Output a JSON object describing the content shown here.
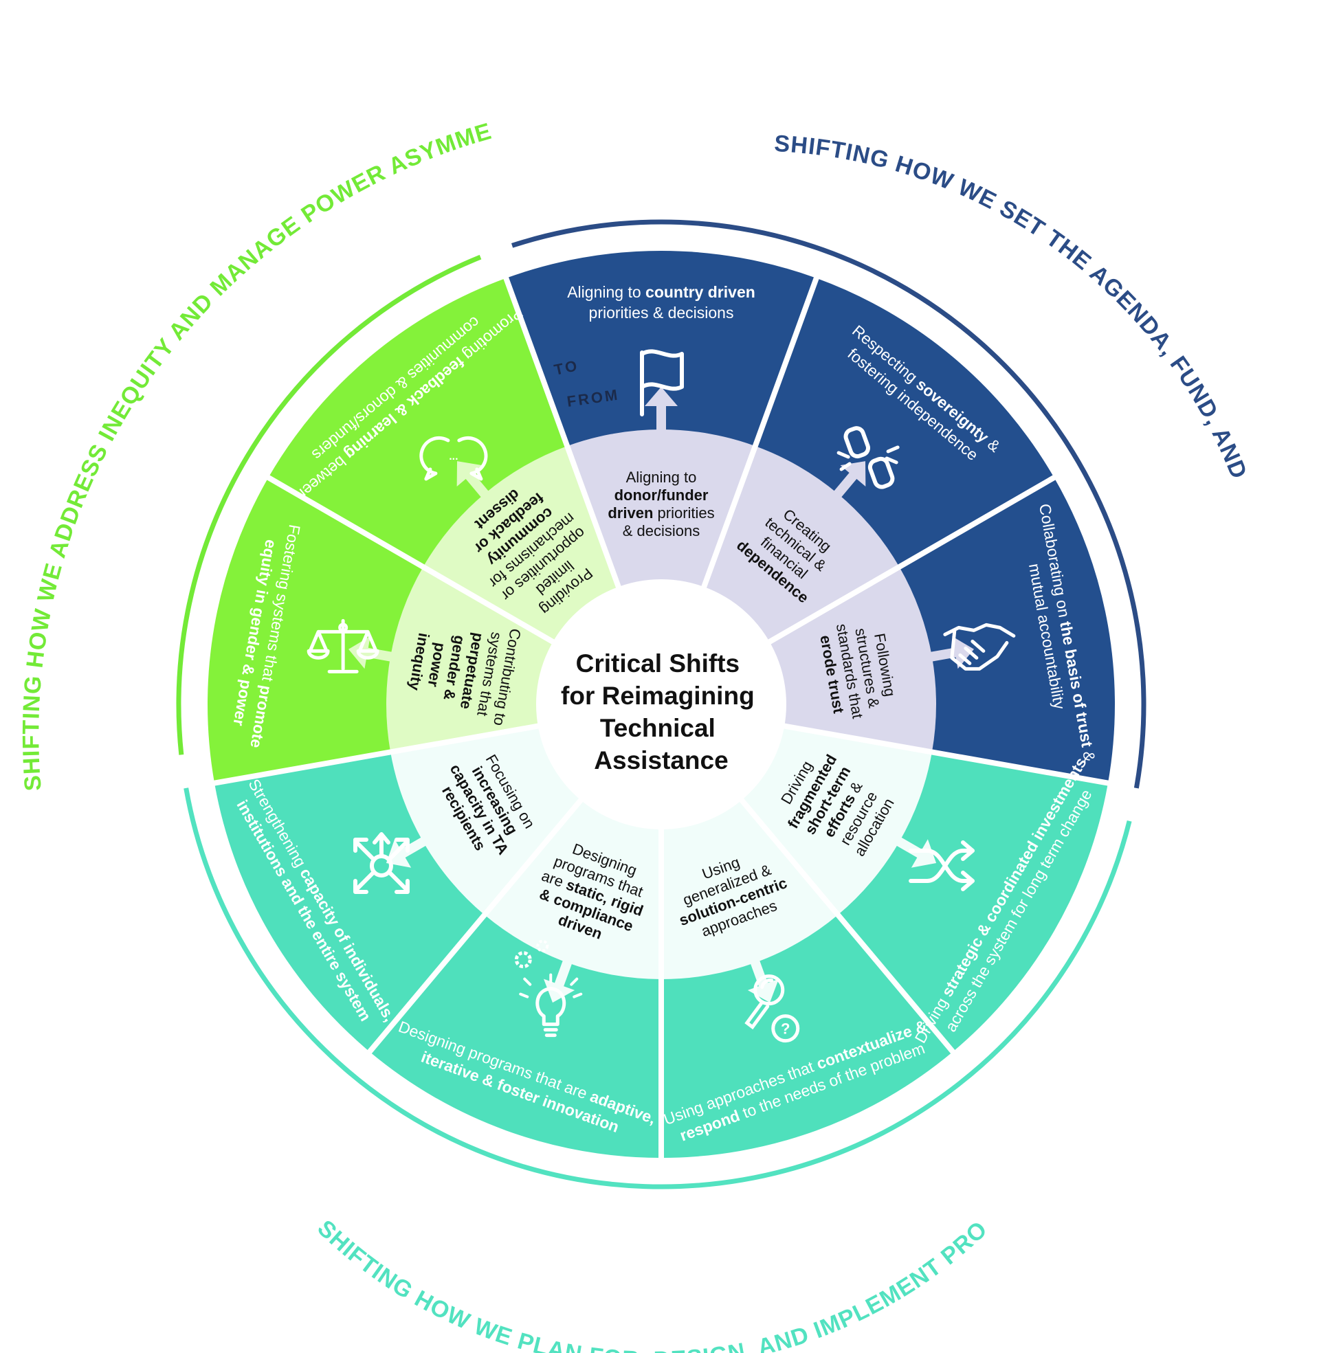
{
  "colors": {
    "navy": "#234F8E",
    "green": "#84F23A",
    "teal": "#4FE0BC",
    "inner_navy": "#DAD9EC",
    "inner_green": "#DFFBC4",
    "inner_teal": "#F1FDFA",
    "navy_label": "#2B4C86",
    "green_label": "#73EA37",
    "teal_label": "#52E2C0"
  },
  "center": {
    "lines": [
      "Critical Shifts",
      "for Reimagining",
      "Technical",
      "Assistance"
    ]
  },
  "groups": {
    "navy": "SHIFTING HOW WE SET THE AGENDA, FUND, AND PARTNER",
    "green": "SHIFTING HOW WE ADDRESS INEQUITY AND MANAGE POWER ASYMMETRIES",
    "teal": "SHIFTING HOW WE PLAN FOR, DESIGN, AND IMPLEMENT PROGRAMS"
  },
  "to_label": "TO",
  "from_label": "FROM",
  "segments": [
    {
      "id": "country-driven",
      "group": "navy",
      "icon": "flag-icon",
      "to": [
        [
          "Aligning to ",
          "country driven"
        ],
        [
          "priorities & decisions"
        ]
      ],
      "from": [
        [
          "Aligning to"
        ],
        [
          "donor/funder"
        ],
        [
          "driven",
          " priorities"
        ],
        [
          "& decisions"
        ]
      ],
      "to_bold": [
        [
          false,
          true
        ],
        [
          false
        ]
      ],
      "from_bold": [
        [
          false
        ],
        [
          true
        ],
        [
          true,
          false
        ],
        [
          false
        ]
      ]
    },
    {
      "id": "sovereignty",
      "group": "navy",
      "icon": "broken-chain-icon",
      "to": [
        [
          "Respecting ",
          "sovereignty",
          " &"
        ],
        [
          "fostering independence"
        ]
      ],
      "from": [
        [
          "Creating"
        ],
        [
          "technical &"
        ],
        [
          "financial"
        ],
        [
          "dependence"
        ]
      ],
      "to_bold": [
        [
          false,
          true,
          false
        ],
        [
          false
        ]
      ],
      "from_bold": [
        [
          false
        ],
        [
          false
        ],
        [
          false
        ],
        [
          true
        ]
      ]
    },
    {
      "id": "trust",
      "group": "navy",
      "icon": "handshake-icon",
      "to": [
        [
          "Collaborating on ",
          "the basis of trust",
          " &"
        ],
        [
          "mutual accountability"
        ]
      ],
      "from": [
        [
          "Following"
        ],
        [
          "structures &"
        ],
        [
          "standards that"
        ],
        [
          "erode trust"
        ]
      ],
      "to_bold": [
        [
          false,
          true,
          false
        ],
        [
          false
        ]
      ],
      "from_bold": [
        [
          false
        ],
        [
          false
        ],
        [
          false
        ],
        [
          true
        ]
      ]
    },
    {
      "id": "strategic-investments",
      "group": "teal",
      "icon": "shuffle-arrows-icon",
      "to": [
        [
          "Driving ",
          "strategic & coordinated investments"
        ],
        [
          "across the system for long term change"
        ]
      ],
      "from": [
        [
          "Driving"
        ],
        [
          "fragmented"
        ],
        [
          "short-term"
        ],
        [
          "efforts",
          " &"
        ],
        [
          "resource"
        ],
        [
          "allocation"
        ]
      ],
      "to_bold": [
        [
          false,
          true
        ],
        [
          false
        ]
      ],
      "from_bold": [
        [
          false
        ],
        [
          true
        ],
        [
          true
        ],
        [
          true,
          false
        ],
        [
          false
        ],
        [
          false
        ]
      ]
    },
    {
      "id": "contextualize",
      "group": "teal",
      "icon": "magnifier-question-icon",
      "to": [
        [
          "Using approaches that ",
          "contextualize &"
        ],
        [
          "respond",
          " to the needs of the problem"
        ]
      ],
      "from": [
        [
          "Using"
        ],
        [
          "generalized &"
        ],
        [
          "solution-centric"
        ],
        [
          "approaches"
        ]
      ],
      "to_bold": [
        [
          false,
          true
        ],
        [
          true,
          false
        ]
      ],
      "from_bold": [
        [
          false
        ],
        [
          false
        ],
        [
          true
        ],
        [
          false
        ]
      ]
    },
    {
      "id": "adaptive",
      "group": "teal",
      "icon": "lightbulb-gears-icon",
      "to": [
        [
          "Designing programs that are ",
          "adaptive,"
        ],
        [
          "iterative & foster innovation"
        ]
      ],
      "from": [
        [
          "Designing"
        ],
        [
          "programs that"
        ],
        [
          "are ",
          "static, rigid"
        ],
        [
          "& compliance"
        ],
        [
          "driven"
        ]
      ],
      "to_bold": [
        [
          false,
          true
        ],
        [
          true
        ]
      ],
      "from_bold": [
        [
          false
        ],
        [
          false
        ],
        [
          false,
          true
        ],
        [
          true
        ],
        [
          true
        ]
      ]
    },
    {
      "id": "system-capacity",
      "group": "teal",
      "icon": "hub-arrows-icon",
      "to": [
        [
          "Strengthening ",
          "capacity of individuals,"
        ],
        [
          "institutions and the entire system"
        ]
      ],
      "from": [
        [
          "Focusing on"
        ],
        [
          "increasing"
        ],
        [
          "capacity in TA"
        ],
        [
          "recipients"
        ]
      ],
      "to_bold": [
        [
          false,
          true
        ],
        [
          true
        ]
      ],
      "from_bold": [
        [
          false
        ],
        [
          true
        ],
        [
          true
        ],
        [
          true
        ]
      ]
    },
    {
      "id": "gender-equity",
      "group": "green",
      "icon": "scales-icon",
      "to": [
        [
          "Fostering systems that ",
          "promote"
        ],
        [
          "equity in gender & power"
        ]
      ],
      "from": [
        [
          "Contributing to"
        ],
        [
          "systems that"
        ],
        [
          "perpetuate"
        ],
        [
          "gender &"
        ],
        [
          "power"
        ],
        [
          "inequity"
        ]
      ],
      "to_bold": [
        [
          false,
          true
        ],
        [
          true
        ]
      ],
      "from_bold": [
        [
          false
        ],
        [
          false
        ],
        [
          true
        ],
        [
          true
        ],
        [
          true
        ],
        [
          true
        ]
      ]
    },
    {
      "id": "feedback",
      "group": "green",
      "icon": "chat-bubbles-icon",
      "to": [
        [
          "Promoting ",
          "feedback & learning",
          " between"
        ],
        [
          "communities & donors/funders"
        ]
      ],
      "from": [
        [
          "Providing"
        ],
        [
          "limited"
        ],
        [
          "opportunities or"
        ],
        [
          "mechanisms for"
        ],
        [
          "community"
        ],
        [
          "feedback or"
        ],
        [
          "dissent"
        ]
      ],
      "to_bold": [
        [
          false,
          true,
          false
        ],
        [
          false
        ]
      ],
      "from_bold": [
        [
          false
        ],
        [
          false
        ],
        [
          false
        ],
        [
          false
        ],
        [
          true
        ],
        [
          true
        ],
        [
          true
        ]
      ]
    }
  ]
}
